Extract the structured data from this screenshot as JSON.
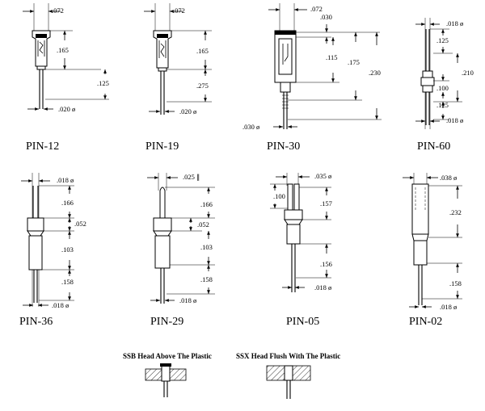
{
  "pins": {
    "pin12": {
      "name": "PIN-12",
      "dia_top": ".072",
      "d1": ".165",
      "d2": ".125",
      "dia_bot": ".020 ø"
    },
    "pin19": {
      "name": "PIN-19",
      "dia_top": ".072",
      "d1": ".165",
      "d2": ".275",
      "dia_bot": ".020 ø"
    },
    "pin30": {
      "name": "PIN-30",
      "dia_top": ".072",
      "d0": ".030",
      "d1": ".115",
      "d2": ".175",
      "d3": ".230",
      "dia_bot": ".030 ø"
    },
    "pin60": {
      "name": "PIN-60",
      "dia_top": ".018 ø",
      "d1": ".125",
      "d2": ".210",
      "d3": ".100",
      "d4": ".125",
      "dia_bot": ".018 ø"
    },
    "pin36": {
      "name": "PIN-36",
      "dia_top": ".018 ø",
      "d1": ".166",
      "d2": ".052",
      "d3": ".103",
      "d4": ".158",
      "dia_bot": ".018 ø"
    },
    "pin29": {
      "name": "PIN-29",
      "dia_top": ".025 ∥",
      "d1": ".166",
      "d2": ".052",
      "d3": ".103",
      "d4": ".158",
      "dia_bot": ".018 ø"
    },
    "pin05": {
      "name": "PIN-05",
      "dia_top": ".035 ø",
      "d0": ".100",
      "d1": ".157",
      "d2": ".156",
      "dia_bot": ".018 ø"
    },
    "pin02": {
      "name": "PIN-02",
      "dia_top": ".038 ø",
      "d1": ".232",
      "d2": ".158",
      "dia_bot": ".018 ø"
    }
  },
  "captions": {
    "ssb": "SSB Head Above The Plastic",
    "ssx": "SSX Head Flush With The Plastic"
  }
}
